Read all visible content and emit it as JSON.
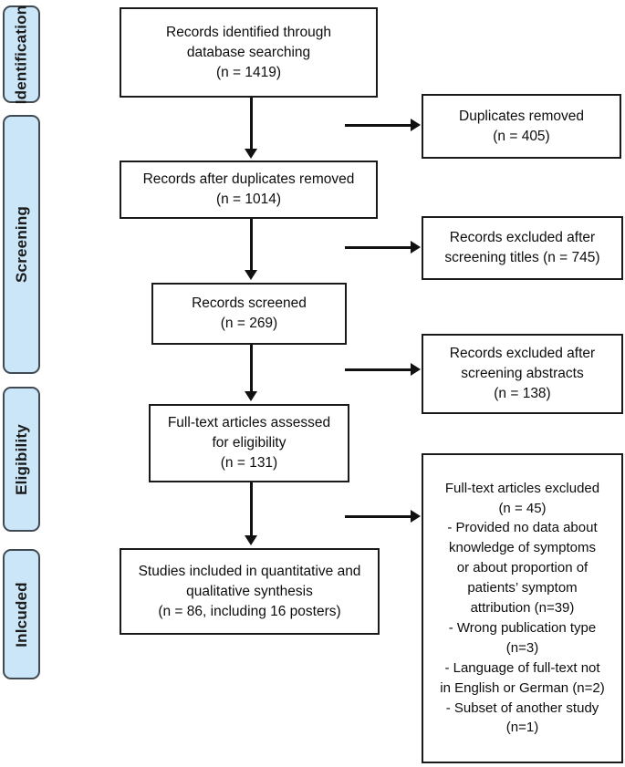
{
  "diagram": {
    "title": "PRISMA study selection flow diagram",
    "accent_box_fill": "#cbe6f8",
    "accent_box_border": "#414a52",
    "line_color": "#111111"
  },
  "stages": [
    {
      "label": "Identification"
    },
    {
      "label": "Screening"
    },
    {
      "label": "Eligibility"
    },
    {
      "label": "Inlcuded"
    }
  ],
  "flow_boxes": [
    {
      "name": "records-identified",
      "lines": [
        "Records identified through",
        "database searching",
        "(n = 1419)"
      ]
    },
    {
      "name": "records-after-duplicates",
      "lines": [
        "Records after duplicates removed",
        "(n = 1014)"
      ]
    },
    {
      "name": "records-screened",
      "lines": [
        "Records screened",
        "(n = 269)"
      ]
    },
    {
      "name": "full-text-assessed",
      "lines": [
        "Full-text articles assessed",
        "for eligibility",
        "(n = 131)"
      ]
    },
    {
      "name": "studies-included",
      "lines": [
        "Studies included in quantitative and",
        "qualitative synthesis",
        "(n = 86, including 16 posters)"
      ]
    }
  ],
  "exclusion_boxes": [
    {
      "name": "duplicates-removed",
      "lines": [
        "Duplicates removed",
        "(n = 405)"
      ]
    },
    {
      "name": "excluded-titles",
      "lines": [
        "Records excluded after",
        "screening titles (n = 745)"
      ]
    },
    {
      "name": "excluded-abstracts",
      "lines": [
        "Records excluded after",
        "screening abstracts",
        "(n = 138)"
      ]
    },
    {
      "name": "excluded-full-text",
      "lines": [
        "Full-text articles excluded",
        "(n = 45)",
        "- Provided no data about",
        "knowledge of symptoms",
        "or about proportion of",
        "patients’ symptom",
        "attribution (n=39)",
        "- Wrong publication type",
        "(n=3)",
        "- Language of full-text not",
        "in English or German (n=2)",
        "- Subset of another study",
        "(n=1)"
      ]
    }
  ]
}
